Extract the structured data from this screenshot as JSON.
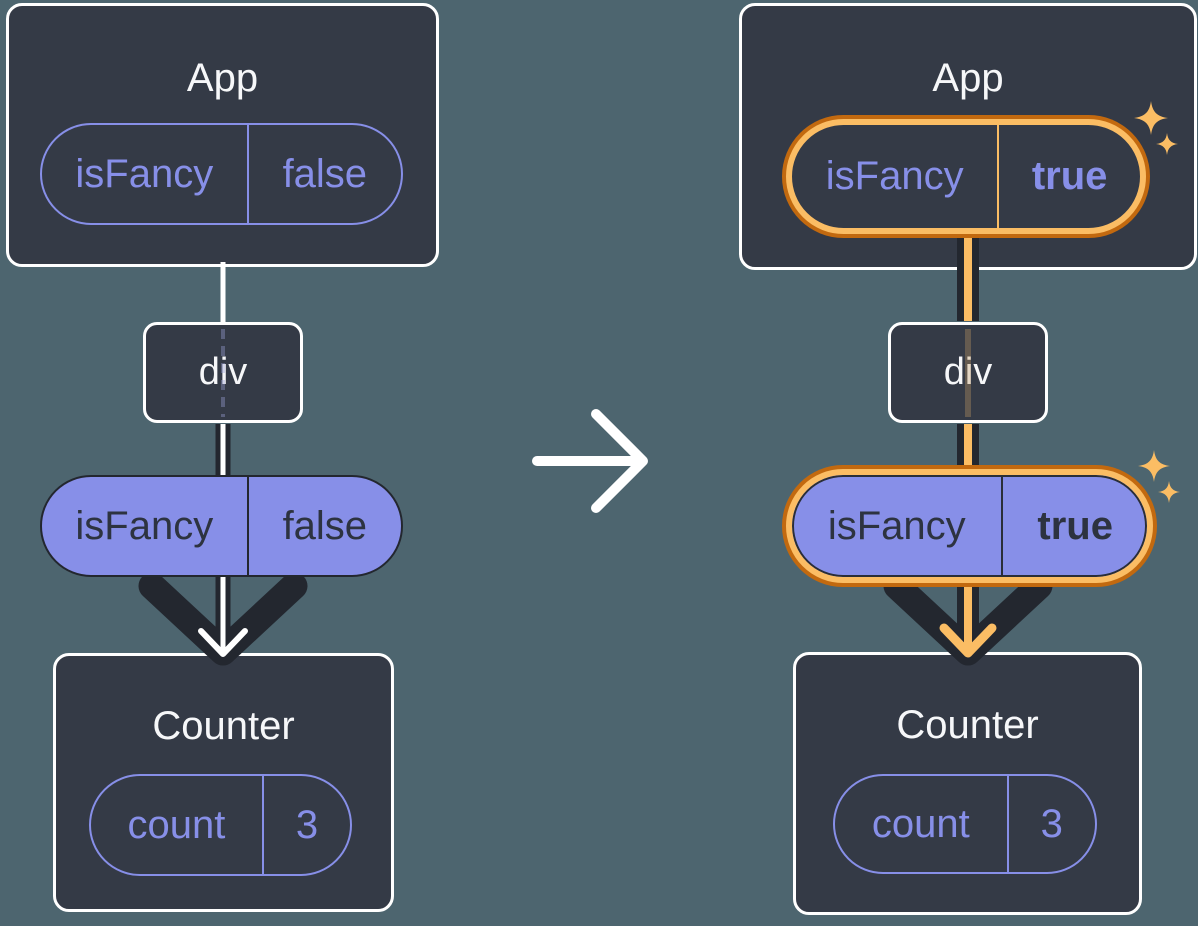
{
  "left_tree": {
    "root": {
      "label": "App"
    },
    "root_prop": {
      "name": "isFancy",
      "value": "false",
      "highlighted": false
    },
    "middle": {
      "label": "div"
    },
    "passed_prop": {
      "name": "isFancy",
      "value": "false",
      "highlighted": false
    },
    "leaf": {
      "label": "Counter"
    },
    "state": {
      "name": "count",
      "value": "3"
    }
  },
  "right_tree": {
    "root": {
      "label": "App"
    },
    "root_prop": {
      "name": "isFancy",
      "value": "true",
      "highlighted": true
    },
    "middle": {
      "label": "div"
    },
    "passed_prop": {
      "name": "isFancy",
      "value": "true",
      "highlighted": true
    },
    "leaf": {
      "label": "Counter"
    },
    "state": {
      "name": "count",
      "value": "3"
    }
  },
  "icons": {
    "transition_arrow": "right-arrow",
    "sparkle": "four-point-sparkle",
    "flow_arrow_left": "down-arrow-white",
    "flow_arrow_right": "down-arrow-orange"
  },
  "colors": {
    "background": "#4d656f",
    "panel": "#343a46",
    "panel_border": "#ffffff",
    "accent_purple": "#878fe8",
    "dark_text_on_purple": "#2d3340",
    "line_dark": "#23272f",
    "highlight_orange_light": "#fbbd64",
    "highlight_orange_dark": "#c2690f",
    "line_white": "#ffffff"
  }
}
